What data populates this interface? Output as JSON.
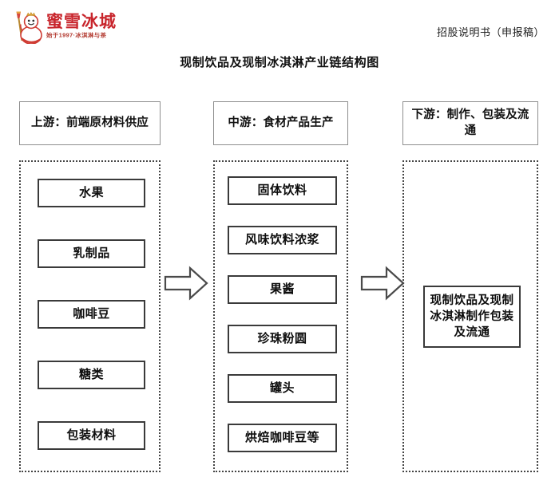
{
  "header": {
    "brand_name": "蜜雪冰城",
    "brand_tagline": "始于1997·冰淇淋与茶",
    "doc_type": "招股说明书（申报稿）",
    "brand_color": "#c8252c"
  },
  "figure": {
    "title": "现制饮品及现制冰淇淋产业链结构图",
    "columns": [
      {
        "id": "upstream",
        "header": "上游：前端原材料供应",
        "nodes": [
          "水果",
          "乳制品",
          "咖啡豆",
          "糖类",
          "包装材料"
        ]
      },
      {
        "id": "midstream",
        "header": "中游：食材产品生产",
        "nodes": [
          "固体饮料",
          "风味饮料浓浆",
          "果酱",
          "珍珠粉圆",
          "罐头",
          "烘焙咖啡豆等"
        ]
      },
      {
        "id": "downstream",
        "header": "下游：制作、包装及流通",
        "nodes": [
          "现制饮品及现制冰淇淋制作包装及流通"
        ]
      }
    ],
    "arrows": [
      {
        "id": "arrow-upstream-to-midstream",
        "direction": "right"
      },
      {
        "id": "arrow-midstream-to-downstream",
        "direction": "right"
      }
    ],
    "colors": {
      "node_border": "#3a3a3a",
      "header_border": "#8e8e8e",
      "container_border": "#444444",
      "background": "#ffffff"
    }
  }
}
